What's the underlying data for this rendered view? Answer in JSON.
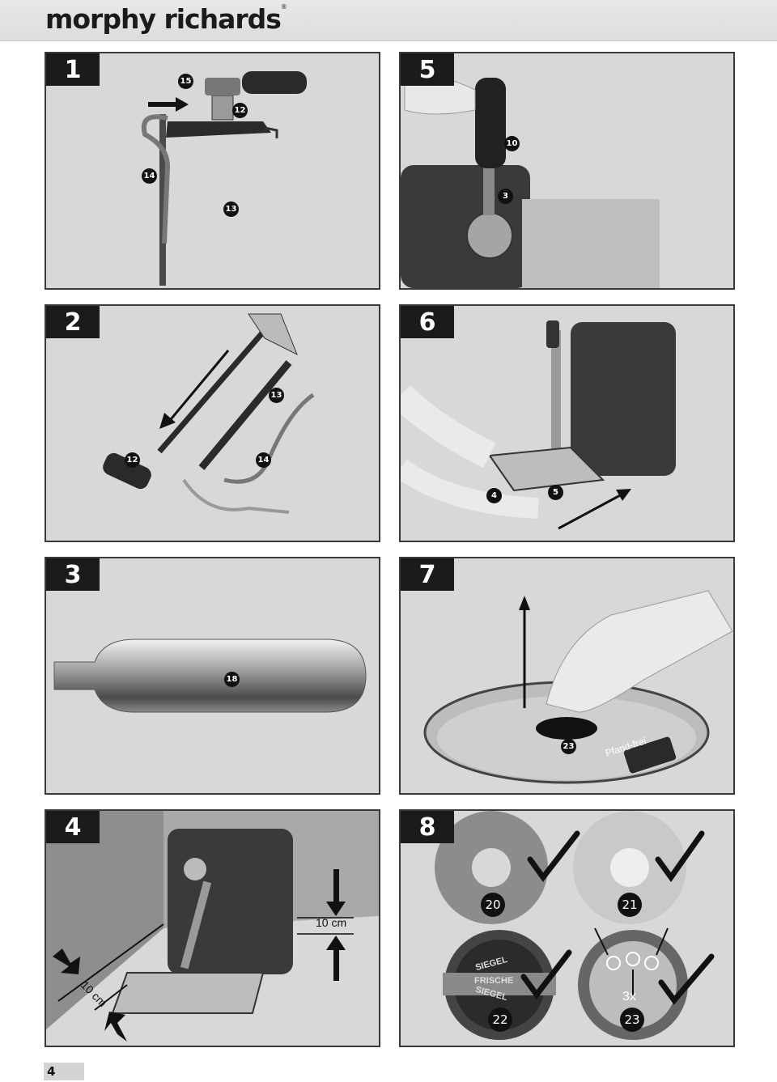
{
  "header": {
    "brand": "morphy richards",
    "trademark": "®"
  },
  "page_number": "4",
  "colors": {
    "panel_bg": "#d8d8d8",
    "badge_bg": "#1b1b1b",
    "border": "#3a3a3a",
    "check": "#111111"
  },
  "panels": {
    "p1": {
      "number": "1",
      "callouts": [
        "15",
        "12",
        "14",
        "13"
      ]
    },
    "p2": {
      "number": "2",
      "callouts": [
        "13",
        "12",
        "14"
      ]
    },
    "p3": {
      "number": "3",
      "callouts": [
        "18"
      ]
    },
    "p4": {
      "number": "4",
      "measure_top": "10 cm",
      "measure_left": "10 cm"
    },
    "p5": {
      "number": "5",
      "callouts": [
        "10",
        "3"
      ]
    },
    "p6": {
      "number": "6",
      "callouts": [
        "4",
        "5"
      ]
    },
    "p7": {
      "number": "7",
      "callouts": [
        "23"
      ],
      "keg_label": "Pfand-frei"
    },
    "p8": {
      "number": "8",
      "callouts": [
        "20",
        "21",
        "22",
        "23"
      ],
      "seal_text": "SIEGEL",
      "seal_mid": "FRISCHE",
      "multiplier": "3x"
    }
  }
}
